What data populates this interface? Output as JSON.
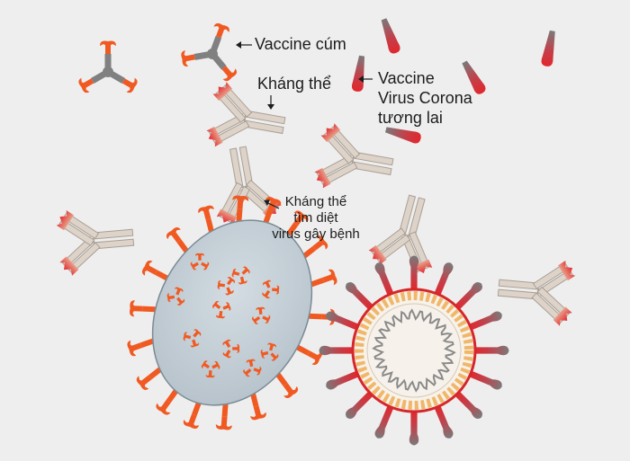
{
  "labels": {
    "flu_vaccine": "Vaccine cúm",
    "antibody": "Kháng thể",
    "corona_vaccine": [
      "Vaccine",
      "Virus Corona",
      "tương lai"
    ],
    "killer_antibody": [
      "Kháng thể",
      "tìm diệt",
      "virus gây bệnh"
    ]
  },
  "colors": {
    "background": "#eeeeee",
    "flu_orange": "#f05a22",
    "spike_red": "#d6262a",
    "antibody_beige": "#ddd3c8",
    "antibody_outline": "#a99f95",
    "flu_body": "#c3ced6",
    "flu_body_outline": "#7b8a94",
    "vaccine_gray": "#7c7c7c",
    "corona_ring": "#f0b76a"
  },
  "icons": [
    "flu-vaccine-icon",
    "corona-vaccine-icon",
    "antibody-icon",
    "flu-virus-icon",
    "corona-virus-icon"
  ]
}
